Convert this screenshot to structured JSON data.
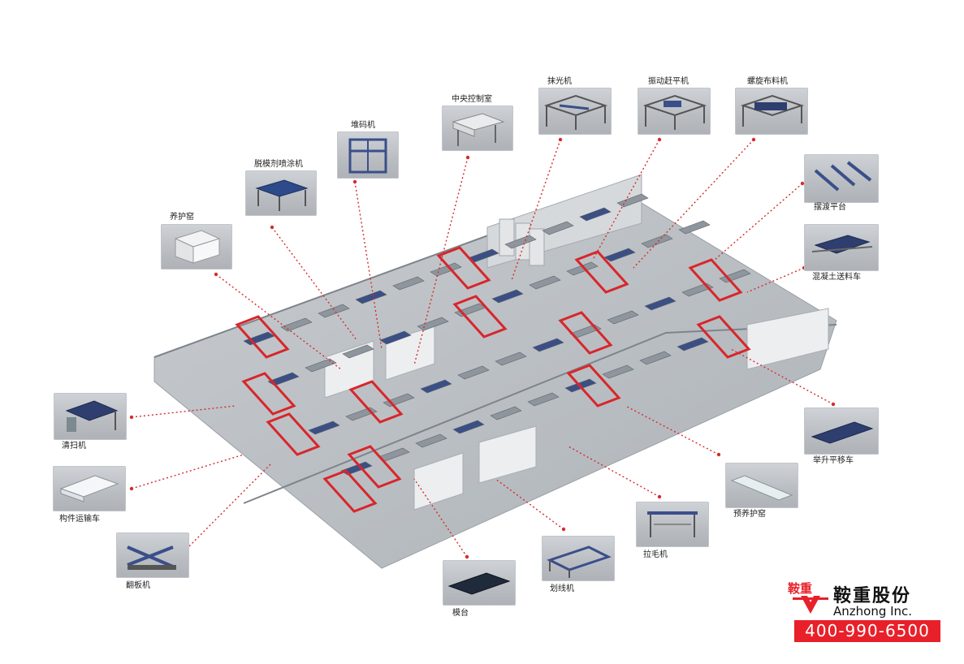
{
  "machines": [
    {
      "id": "yanghuyao",
      "label": "养护窑",
      "icon": "curing-room-icon"
    },
    {
      "id": "tuomoji",
      "label": "脱模剂喷涂机",
      "icon": "spray-machine-icon"
    },
    {
      "id": "duimaji",
      "label": "堆码机",
      "icon": "stacker-icon"
    },
    {
      "id": "kongzhishi",
      "label": "中央控制室",
      "icon": "control-room-icon"
    },
    {
      "id": "moguangji",
      "label": "抹光机",
      "icon": "trowel-machine-icon"
    },
    {
      "id": "zhendong",
      "label": "振动赶平机",
      "icon": "vibrating-leveler-icon"
    },
    {
      "id": "luoxuan",
      "label": "螺旋布料机",
      "icon": "spiral-distributor-icon"
    },
    {
      "id": "baibai",
      "label": "摆渡平台",
      "icon": "ferry-platform-icon"
    },
    {
      "id": "songliao",
      "label": "混凝土送料车",
      "icon": "concrete-feeder-icon"
    },
    {
      "id": "jusheng",
      "label": "举升平移车",
      "icon": "lift-transfer-car-icon"
    },
    {
      "id": "yuyang",
      "label": "预养护窑",
      "icon": "pre-curing-room-icon"
    },
    {
      "id": "lamao",
      "label": "拉毛机",
      "icon": "brushing-machine-icon"
    },
    {
      "id": "huaxian",
      "label": "划线机",
      "icon": "marking-machine-icon"
    },
    {
      "id": "motai",
      "label": "模台",
      "icon": "mold-table-icon"
    },
    {
      "id": "fanban",
      "label": "翻板机",
      "icon": "tilting-machine-icon"
    },
    {
      "id": "yunshu",
      "label": "构件运输车",
      "icon": "component-transport-icon"
    },
    {
      "id": "qingsao",
      "label": "清扫机",
      "icon": "cleaning-machine-icon"
    }
  ],
  "brand": {
    "name_cn": "鞍重股份",
    "name_en": "Anzhong Inc.",
    "phone": "400-990-6500",
    "logo_text": "鞍重",
    "red": "#e8202a"
  },
  "colors": {
    "leader": "#d62b2b",
    "frame": "#d8262b",
    "floor": "#b9bec3",
    "wall": "#c9cdd1",
    "equipment": "#3a4f8a"
  }
}
